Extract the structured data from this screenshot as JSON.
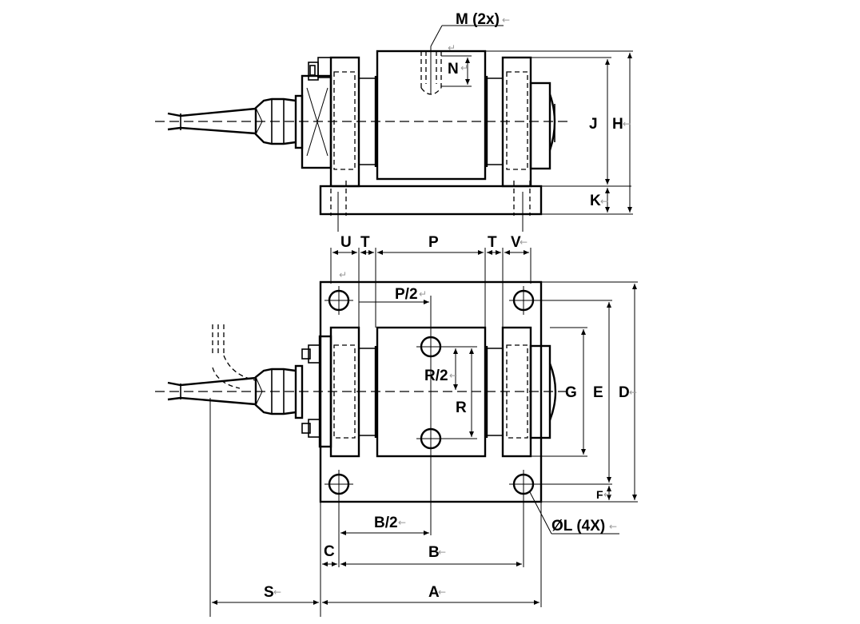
{
  "drawing": {
    "title_labels": {
      "M": "M (2x)",
      "N": "N",
      "J": "J",
      "H": "H",
      "K": "K"
    },
    "top_row_labels": {
      "U": "U",
      "T1": "T",
      "P": "P",
      "T2": "T",
      "V": "V"
    },
    "plan_labels": {
      "P2": "P/2",
      "R2": "R/2",
      "R": "R",
      "G": "G",
      "E": "E",
      "D": "D",
      "F": "F",
      "L": "ØL (4X)",
      "B2": "B/2",
      "C": "C",
      "B": "B",
      "S": "S",
      "A": "A"
    },
    "marks": {
      "return": "↵",
      "arrow": "←"
    }
  }
}
